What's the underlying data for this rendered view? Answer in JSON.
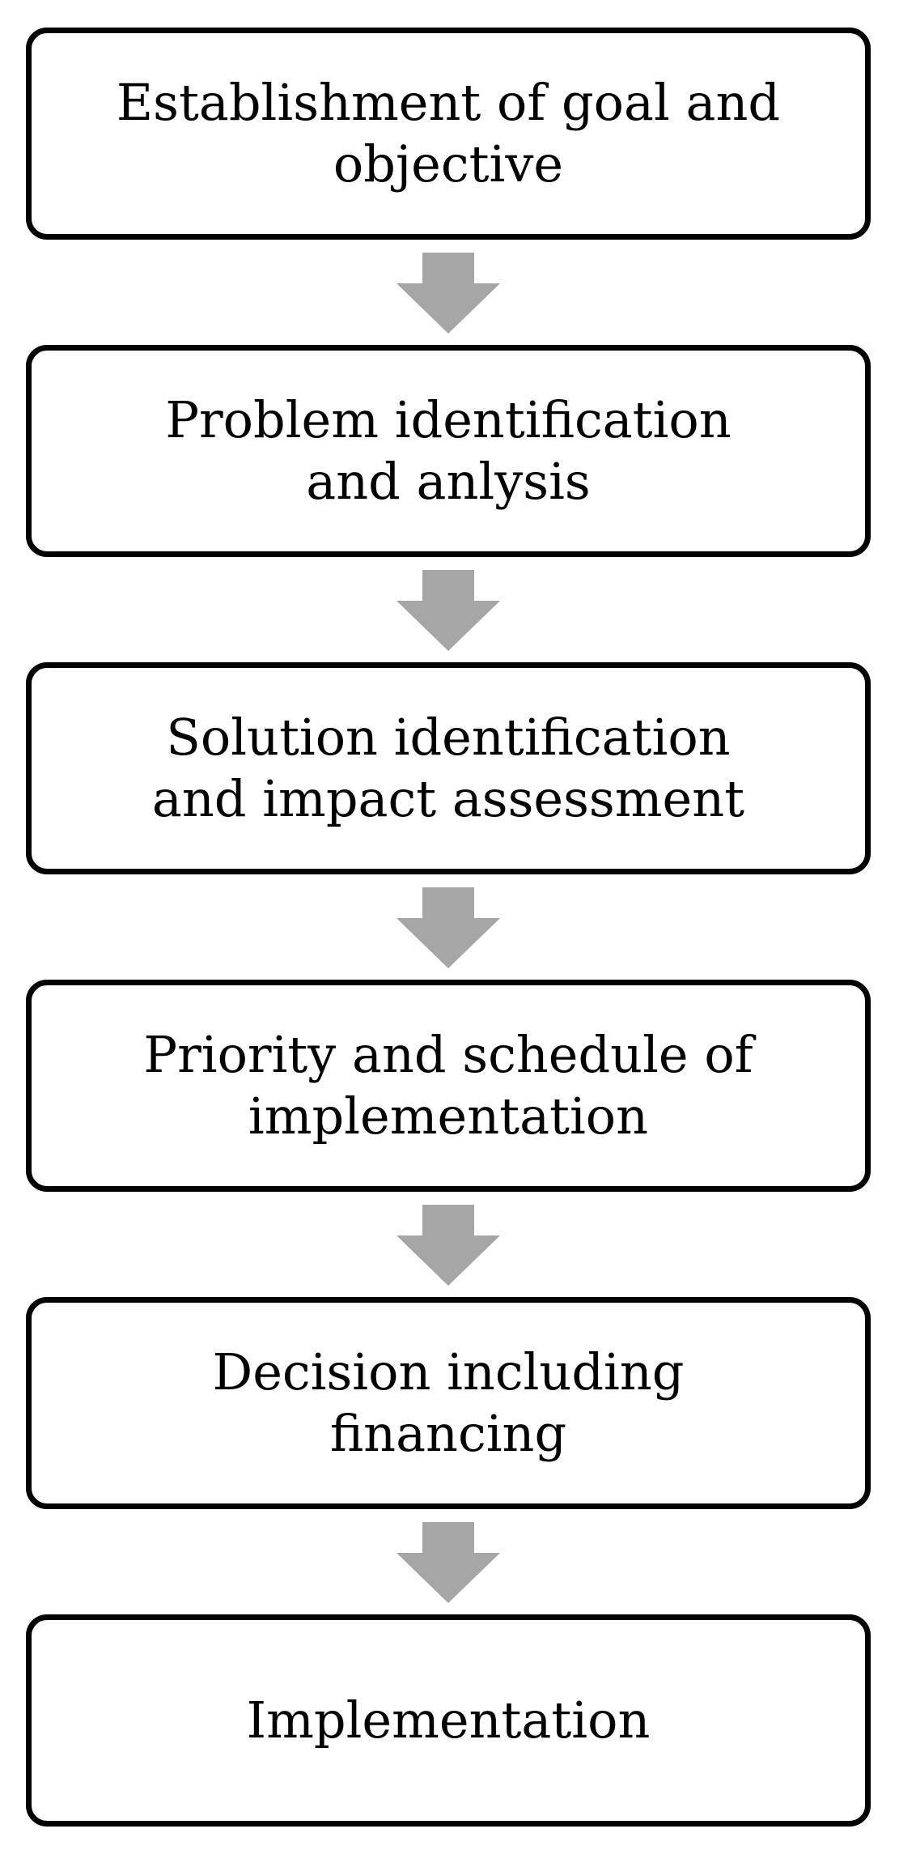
{
  "flowchart": {
    "steps": [
      {
        "label": "Establishment of goal and\nobjective"
      },
      {
        "label": "Problem identification\nand anlysis"
      },
      {
        "label": "Solution identification\nand impact assessment"
      },
      {
        "label": "Priority and schedule of\nimplementation"
      },
      {
        "label": "Decision including\nfinancing"
      },
      {
        "label": "Implementation"
      }
    ],
    "arrow_color": "#a6a6a6",
    "box_border_color": "#000000",
    "arrow_icon": "down-arrow-icon"
  }
}
